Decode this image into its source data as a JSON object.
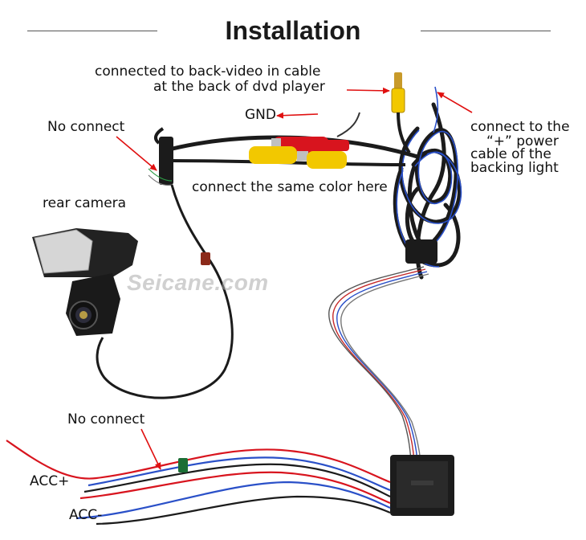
{
  "header": {
    "title": "Installation"
  },
  "watermark": "Seicane.com",
  "labels": {
    "back_video_line1": "connected to back-video in cable",
    "back_video_line2": "at the back of dvd player",
    "gnd": "GND",
    "no_connect_top": "No connect",
    "power_line1": "connect to the",
    "power_line2": "“+” power",
    "power_line3": "cable of the",
    "power_line4": "backing light",
    "same_color": "connect the same color here",
    "rear_camera": "rear camera",
    "no_connect_bottom": "No connect",
    "acc_plus": "ACC+",
    "acc_minus": "ACC-"
  },
  "colors": {
    "arrow": "#e01010",
    "rca_red": "#d8141e",
    "rca_yellow": "#f2c800",
    "cable_black": "#1b1b1b",
    "cable_blue": "#2a50c8"
  }
}
